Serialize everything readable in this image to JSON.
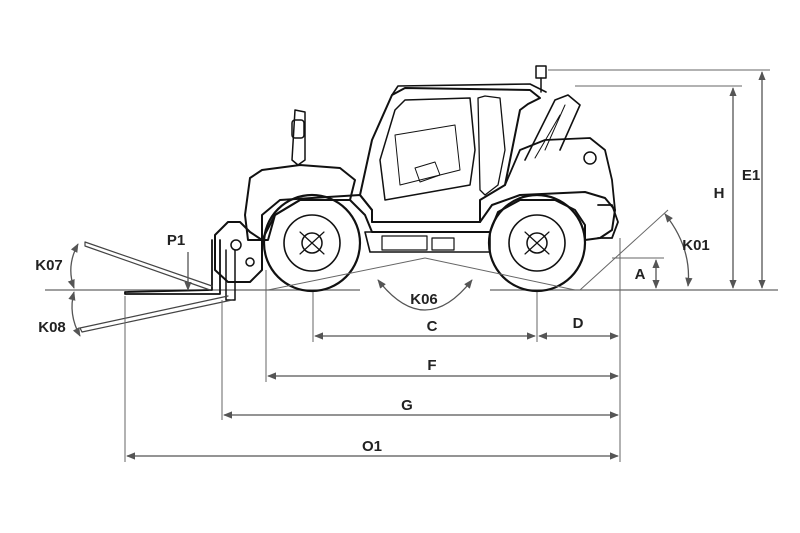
{
  "labels": {
    "A": "A",
    "C": "C",
    "D": "D",
    "E1": "E1",
    "F": "F",
    "G": "G",
    "H": "H",
    "K01": "K01",
    "K06": "K06",
    "K07": "K07",
    "K08": "K08",
    "O1": "O1",
    "P1": "P1"
  }
}
